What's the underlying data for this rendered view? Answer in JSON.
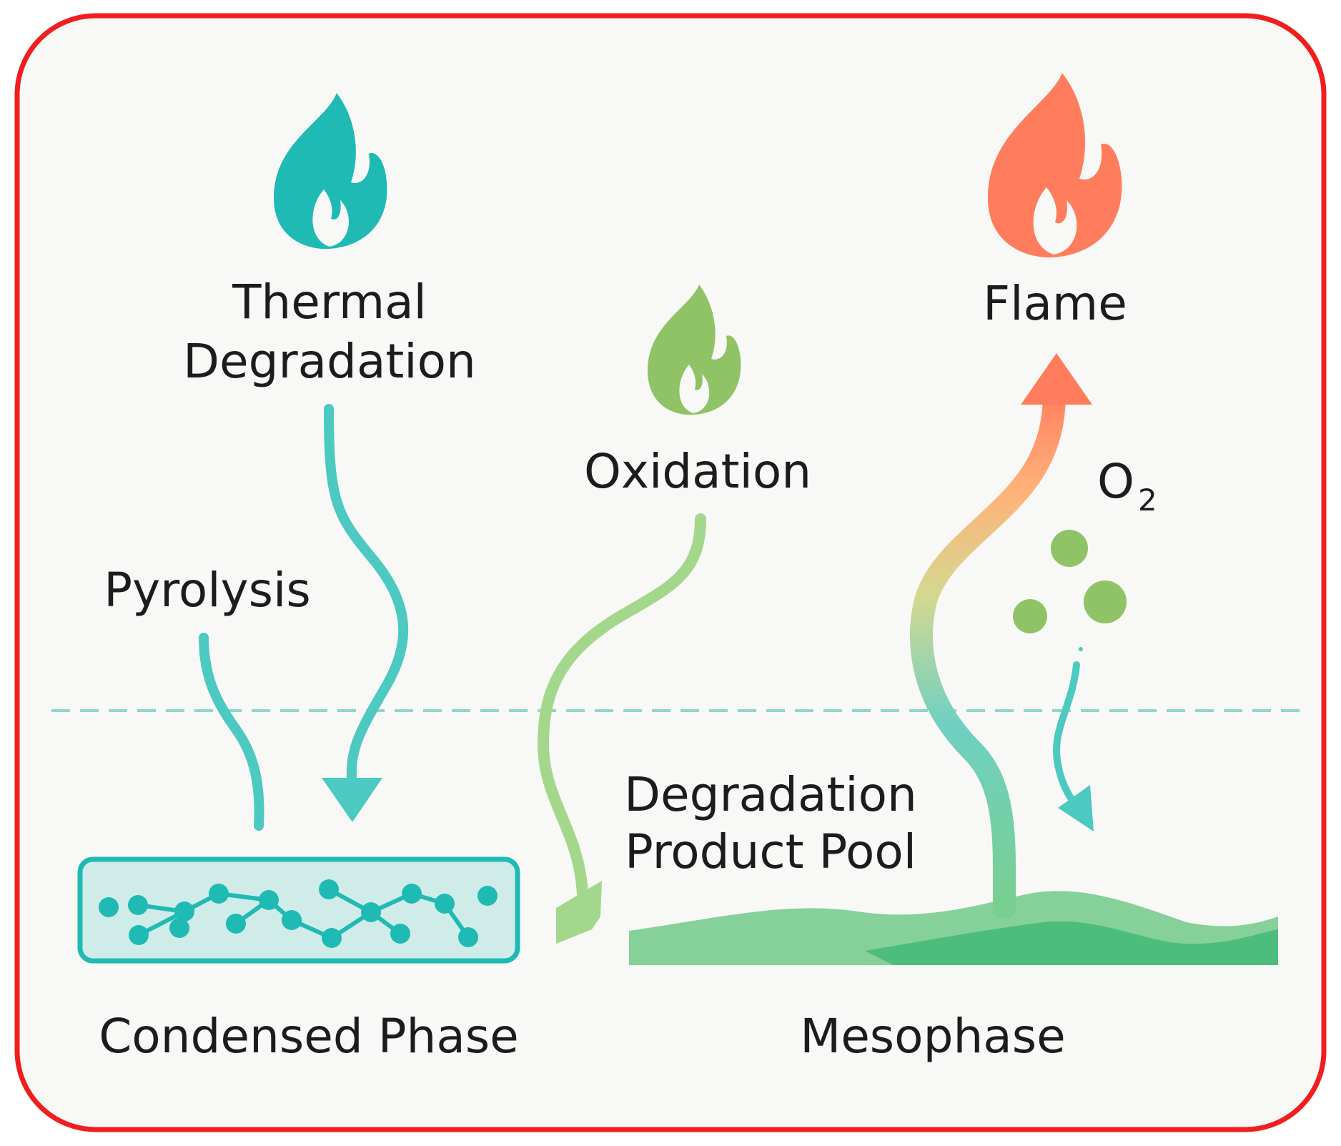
{
  "colors": {
    "border": "#f01e1e",
    "background": "#f8f8f6",
    "teal": "#1fbab3",
    "teal_light": "#4cc9c0",
    "teal_box_fill": "#cfece8",
    "green": "#8fcf76",
    "green_light": "#a3d88c",
    "green_dark": "#4cbd7c",
    "orange": "#ff7d5c",
    "dashed_line": "#8fd6cf",
    "text": "#1c1c1c"
  },
  "labels": {
    "thermal_line1": "Thermal",
    "thermal_line2": "Degradation",
    "oxidation": "Oxidation",
    "flame": "Flame",
    "o2_main": "O",
    "o2_sub": "2",
    "pyrolysis": "Pyrolysis",
    "pool_line1": "Degradation",
    "pool_line2": "Product Pool",
    "condensed_phase": "Condensed Phase",
    "mesophase": "Mesophase"
  },
  "icons": {
    "thermal": "flame-icon-teal",
    "oxidation": "flame-icon-green",
    "flame": "flame-icon-orange",
    "oxygen": "oxygen-molecules-icon",
    "polymer": "polymer-chain-icon"
  }
}
